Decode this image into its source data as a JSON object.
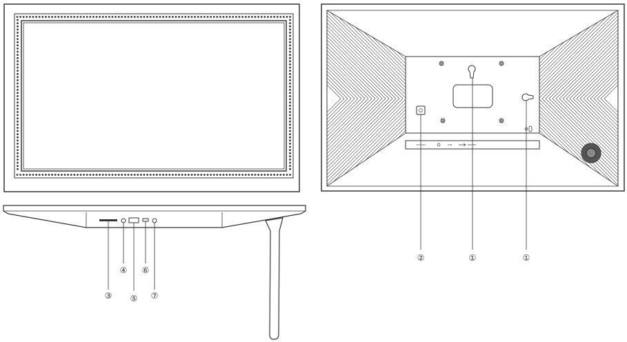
{
  "callouts": {
    "c1a": "①",
    "c1b": "①",
    "c2": "②",
    "c3": "③",
    "c4": "④",
    "c5": "⑤",
    "c6": "⑥",
    "c7": "⑦"
  },
  "port_labels": {
    "dc": "DC5V/2A",
    "usb": "USB",
    "sd": "SD/MMC"
  },
  "colors": {
    "line": "#333333",
    "speaker_outer": "#555555",
    "speaker_inner": "#888888"
  }
}
